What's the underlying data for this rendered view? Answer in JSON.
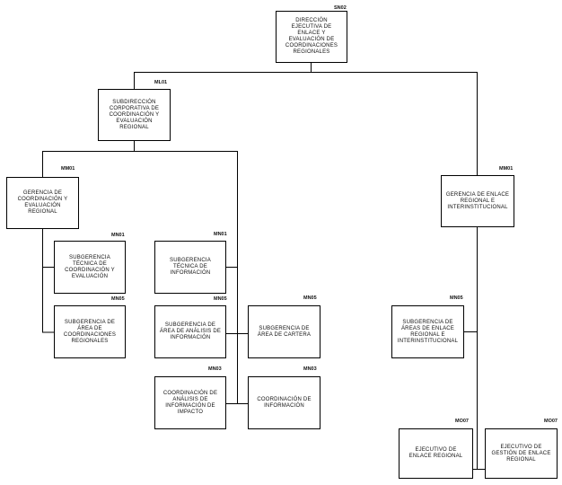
{
  "chart": {
    "nodes": [
      {
        "id": "direccion",
        "code": "SN02",
        "label": "DIRECCIÓN EJECUTIVA DE ENLACE Y EVALUACIÓN DE COORDINACIONES REGIONALES"
      },
      {
        "id": "subdireccion",
        "code": "ML01",
        "label": "SUBDIRECCIÓN CORPORATIVA DE COORDINACIÓN Y EVALUACIÓN REGIONAL"
      },
      {
        "id": "gerencia-coord",
        "code": "MM01",
        "label": "GERENCIA DE COORDINACIÓN Y EVALUACIÓN REGIONAL"
      },
      {
        "id": "gerencia-enlace",
        "code": "MM01",
        "label": "GERENCIA DE ENLACE REGIONAL E INTERINSTITUCIONAL"
      },
      {
        "id": "sub-tecnica-coord",
        "code": "MN01",
        "label": "SUBGERENCIA TÉCNICA DE COORDINACIÓN Y EVALUACIÓN"
      },
      {
        "id": "sub-area-coord",
        "code": "MN05",
        "label": "SUBGERENCIA DE ÁREA DE COORDINACIONES REGIONALES"
      },
      {
        "id": "sub-tecnica-info",
        "code": "MN01",
        "label": "SUBGERENCIA TÉCNICA DE INFORMACIÓN"
      },
      {
        "id": "sub-area-analisis",
        "code": "MN05",
        "label": "SUBGERENCIA DE ÁREA DE ANÁLISIS DE INFORMACIÓN"
      },
      {
        "id": "sub-area-cartera",
        "code": "MN05",
        "label": "SUBGERENCIA DE ÁREA DE CARTERA"
      },
      {
        "id": "coord-analisis",
        "code": "MN03",
        "label": "COORDINACIÓN DE ANÁLISIS DE INFORMACIÓN DE IMPACTO"
      },
      {
        "id": "coord-info",
        "code": "MN03",
        "label": "COORDINACIÓN DE INFORMACIÓN"
      },
      {
        "id": "sub-area-enlace",
        "code": "MN05",
        "label": "SUBGERENCIA DE ÁREAS DE ENLACE REGIONAL E INTERINSTITUCIONAL"
      },
      {
        "id": "ejecutivo-enlace",
        "code": "MO07",
        "label": "EJECUTIVO DE ENLACE REGIONAL"
      },
      {
        "id": "ejecutivo-gestion",
        "code": "MO07",
        "label": "EJECUTIVO DE GESTIÓN DE ENLACE REGIONAL"
      }
    ]
  }
}
